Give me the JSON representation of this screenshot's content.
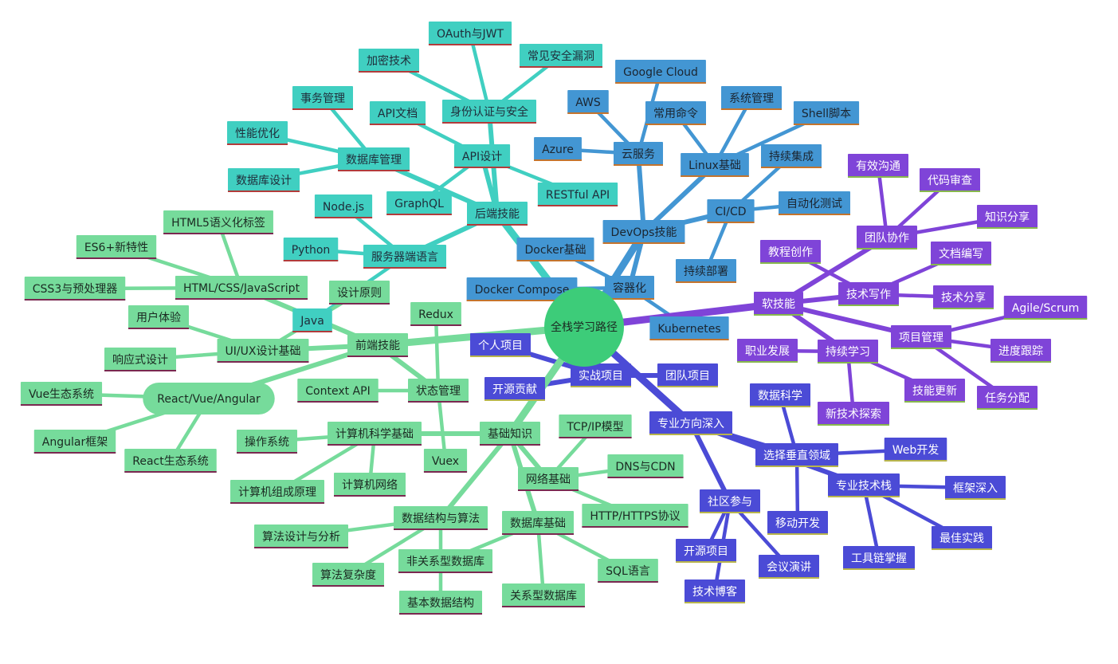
{
  "palette": {
    "teal": {
      "fill": "#40cfc1",
      "text": "#1f2d3a",
      "underline": "#b23b3b"
    },
    "blue": {
      "fill": "#4396d3",
      "text": "#1b2530",
      "underline": "#c4742d"
    },
    "purple": {
      "fill": "#7f44d8",
      "text": "#ffffff",
      "underline": "#87b84c"
    },
    "indigo": {
      "fill": "#4b4bd6",
      "text": "#ffffff",
      "underline": "#b8b54c"
    },
    "green": {
      "fill": "#76db9b",
      "text": "#1b2a22",
      "underline": "#7a2850"
    },
    "root": {
      "fill": "#3dcc79",
      "text": "#1b2a22"
    }
  },
  "mindmap": {
    "root": {
      "id": "root",
      "label": "全栈学习路径",
      "color": "root"
    },
    "nodes": [
      {
        "id": "backend",
        "label": "后端技能",
        "color": "teal",
        "parent": "root"
      },
      {
        "id": "auth",
        "label": "身份认证与安全",
        "color": "teal",
        "parent": "backend"
      },
      {
        "id": "oauth",
        "label": "OAuth与JWT",
        "color": "teal",
        "parent": "auth"
      },
      {
        "id": "encrypt",
        "label": "加密技术",
        "color": "teal",
        "parent": "auth"
      },
      {
        "id": "vuln",
        "label": "常见安全漏洞",
        "color": "teal",
        "parent": "auth"
      },
      {
        "id": "apidesign",
        "label": "API设计",
        "color": "teal",
        "parent": "backend"
      },
      {
        "id": "apidoc",
        "label": "API文档",
        "color": "teal",
        "parent": "apidesign"
      },
      {
        "id": "graphql",
        "label": "GraphQL",
        "color": "teal",
        "parent": "apidesign"
      },
      {
        "id": "restful",
        "label": "RESTful API",
        "color": "teal",
        "parent": "apidesign"
      },
      {
        "id": "dbmgmt",
        "label": "数据库管理",
        "color": "teal",
        "parent": "backend"
      },
      {
        "id": "tx",
        "label": "事务管理",
        "color": "teal",
        "parent": "dbmgmt"
      },
      {
        "id": "perf",
        "label": "性能优化",
        "color": "teal",
        "parent": "dbmgmt"
      },
      {
        "id": "dbdesign",
        "label": "数据库设计",
        "color": "teal",
        "parent": "dbmgmt"
      },
      {
        "id": "serverlang",
        "label": "服务器端语言",
        "color": "teal",
        "parent": "backend"
      },
      {
        "id": "nodejs",
        "label": "Node.js",
        "color": "teal",
        "parent": "serverlang"
      },
      {
        "id": "python",
        "label": "Python",
        "color": "teal",
        "parent": "serverlang"
      },
      {
        "id": "java",
        "label": "Java",
        "color": "teal",
        "parent": "serverlang"
      },
      {
        "id": "devops",
        "label": "DevOps技能",
        "color": "blue",
        "parent": "root"
      },
      {
        "id": "cloud",
        "label": "云服务",
        "color": "blue",
        "parent": "devops"
      },
      {
        "id": "aws",
        "label": "AWS",
        "color": "blue",
        "parent": "cloud"
      },
      {
        "id": "gcloud",
        "label": "Google Cloud",
        "color": "blue",
        "parent": "cloud"
      },
      {
        "id": "azure",
        "label": "Azure",
        "color": "blue",
        "parent": "cloud"
      },
      {
        "id": "linux",
        "label": "Linux基础",
        "color": "blue",
        "parent": "devops"
      },
      {
        "id": "cmd",
        "label": "常用命令",
        "color": "blue",
        "parent": "linux"
      },
      {
        "id": "sysadmin",
        "label": "系统管理",
        "color": "blue",
        "parent": "linux"
      },
      {
        "id": "shell",
        "label": "Shell脚本",
        "color": "blue",
        "parent": "linux"
      },
      {
        "id": "cicd",
        "label": "CI/CD",
        "color": "blue",
        "parent": "devops"
      },
      {
        "id": "ci",
        "label": "持续集成",
        "color": "blue",
        "parent": "cicd"
      },
      {
        "id": "autotest",
        "label": "自动化测试",
        "color": "blue",
        "parent": "cicd"
      },
      {
        "id": "cd",
        "label": "持续部署",
        "color": "blue",
        "parent": "cicd"
      },
      {
        "id": "container",
        "label": "容器化",
        "color": "blue",
        "parent": "devops"
      },
      {
        "id": "docker",
        "label": "Docker基础",
        "color": "blue",
        "parent": "container"
      },
      {
        "id": "compose",
        "label": "Docker Compose",
        "color": "blue",
        "parent": "container"
      },
      {
        "id": "k8s",
        "label": "Kubernetes",
        "color": "blue",
        "parent": "container"
      },
      {
        "id": "soft",
        "label": "软技能",
        "color": "purple",
        "parent": "root"
      },
      {
        "id": "team",
        "label": "团队协作",
        "color": "purple",
        "parent": "soft"
      },
      {
        "id": "comm",
        "label": "有效沟通",
        "color": "purple",
        "parent": "team"
      },
      {
        "id": "review",
        "label": "代码审查",
        "color": "purple",
        "parent": "team"
      },
      {
        "id": "share",
        "label": "知识分享",
        "color": "purple",
        "parent": "team"
      },
      {
        "id": "techwrite",
        "label": "技术写作",
        "color": "purple",
        "parent": "soft"
      },
      {
        "id": "tutorial",
        "label": "教程创作",
        "color": "purple",
        "parent": "techwrite"
      },
      {
        "id": "docwrite",
        "label": "文档编写",
        "color": "purple",
        "parent": "techwrite"
      },
      {
        "id": "techshare",
        "label": "技术分享",
        "color": "purple",
        "parent": "techwrite"
      },
      {
        "id": "pm",
        "label": "项目管理",
        "color": "purple",
        "parent": "soft"
      },
      {
        "id": "agile",
        "label": "Agile/Scrum",
        "color": "purple",
        "parent": "pm"
      },
      {
        "id": "progress",
        "label": "进度跟踪",
        "color": "purple",
        "parent": "pm"
      },
      {
        "id": "taskalloc",
        "label": "任务分配",
        "color": "purple",
        "parent": "pm"
      },
      {
        "id": "learn",
        "label": "持续学习",
        "color": "purple",
        "parent": "soft"
      },
      {
        "id": "career",
        "label": "职业发展",
        "color": "purple",
        "parent": "learn"
      },
      {
        "id": "skillupd",
        "label": "技能更新",
        "color": "purple",
        "parent": "learn"
      },
      {
        "id": "newtech",
        "label": "新技术探索",
        "color": "purple",
        "parent": "learn"
      },
      {
        "id": "practice",
        "label": "实战项目",
        "color": "indigo",
        "parent": "root"
      },
      {
        "id": "personal",
        "label": "个人项目",
        "color": "indigo",
        "parent": "practice"
      },
      {
        "id": "oscontrib",
        "label": "开源贡献",
        "color": "indigo",
        "parent": "practice"
      },
      {
        "id": "teamproj",
        "label": "团队项目",
        "color": "indigo",
        "parent": "practice"
      },
      {
        "id": "special",
        "label": "专业方向深入",
        "color": "indigo",
        "parent": "root"
      },
      {
        "id": "vertical",
        "label": "选择垂直领域",
        "color": "indigo",
        "parent": "special"
      },
      {
        "id": "datasci",
        "label": "数据科学",
        "color": "indigo",
        "parent": "vertical"
      },
      {
        "id": "webdev",
        "label": "Web开发",
        "color": "indigo",
        "parent": "vertical"
      },
      {
        "id": "mobile",
        "label": "移动开发",
        "color": "indigo",
        "parent": "vertical"
      },
      {
        "id": "stack",
        "label": "专业技术栈",
        "color": "indigo",
        "parent": "special"
      },
      {
        "id": "framework",
        "label": "框架深入",
        "color": "indigo",
        "parent": "stack"
      },
      {
        "id": "bestprac",
        "label": "最佳实践",
        "color": "indigo",
        "parent": "stack"
      },
      {
        "id": "toolchain",
        "label": "工具链掌握",
        "color": "indigo",
        "parent": "stack"
      },
      {
        "id": "community",
        "label": "社区参与",
        "color": "indigo",
        "parent": "special"
      },
      {
        "id": "osproj",
        "label": "开源项目",
        "color": "indigo",
        "parent": "community"
      },
      {
        "id": "blog",
        "label": "技术博客",
        "color": "indigo",
        "parent": "community"
      },
      {
        "id": "talk",
        "label": "会议演讲",
        "color": "indigo",
        "parent": "community"
      },
      {
        "id": "frontend",
        "label": "前端技能",
        "color": "green",
        "parent": "root"
      },
      {
        "id": "htmlcss",
        "label": "HTML/CSS/JavaScript",
        "color": "green",
        "parent": "frontend"
      },
      {
        "id": "html5",
        "label": "HTML5语义化标签",
        "color": "green",
        "parent": "htmlcss"
      },
      {
        "id": "es6",
        "label": "ES6+新特性",
        "color": "green",
        "parent": "htmlcss"
      },
      {
        "id": "css3",
        "label": "CSS3与预处理器",
        "color": "green",
        "parent": "htmlcss"
      },
      {
        "id": "uiux",
        "label": "UI/UX设计基础",
        "color": "green",
        "parent": "frontend"
      },
      {
        "id": "designp",
        "label": "设计原则",
        "color": "green",
        "parent": "uiux"
      },
      {
        "id": "ux",
        "label": "用户体验",
        "color": "green",
        "parent": "uiux"
      },
      {
        "id": "responsive",
        "label": "响应式设计",
        "color": "green",
        "parent": "uiux"
      },
      {
        "id": "frameworks",
        "label": "React/Vue/Angular",
        "color": "green",
        "parent": "frontend",
        "shape": "pill"
      },
      {
        "id": "vueeco",
        "label": "Vue生态系统",
        "color": "green",
        "parent": "frameworks"
      },
      {
        "id": "angular",
        "label": "Angular框架",
        "color": "green",
        "parent": "frameworks"
      },
      {
        "id": "reacteco",
        "label": "React生态系统",
        "color": "green",
        "parent": "frameworks"
      },
      {
        "id": "state",
        "label": "状态管理",
        "color": "green",
        "parent": "frontend"
      },
      {
        "id": "redux",
        "label": "Redux",
        "color": "green",
        "parent": "state"
      },
      {
        "id": "ctxapi",
        "label": "Context API",
        "color": "green",
        "parent": "state"
      },
      {
        "id": "vuex",
        "label": "Vuex",
        "color": "green",
        "parent": "state"
      },
      {
        "id": "basics",
        "label": "基础知识",
        "color": "green",
        "parent": "root"
      },
      {
        "id": "csbasics",
        "label": "计算机科学基础",
        "color": "green",
        "parent": "basics"
      },
      {
        "id": "os",
        "label": "操作系统",
        "color": "green",
        "parent": "csbasics"
      },
      {
        "id": "arch",
        "label": "计算机组成原理",
        "color": "green",
        "parent": "csbasics"
      },
      {
        "id": "compnet",
        "label": "计算机网络",
        "color": "green",
        "parent": "csbasics"
      },
      {
        "id": "netbasics",
        "label": "网络基础",
        "color": "green",
        "parent": "basics"
      },
      {
        "id": "tcpip",
        "label": "TCP/IP模型",
        "color": "green",
        "parent": "netbasics"
      },
      {
        "id": "dnscdn",
        "label": "DNS与CDN",
        "color": "green",
        "parent": "netbasics"
      },
      {
        "id": "http",
        "label": "HTTP/HTTPS协议",
        "color": "green",
        "parent": "netbasics"
      },
      {
        "id": "dsa",
        "label": "数据结构与算法",
        "color": "green",
        "parent": "basics"
      },
      {
        "id": "algdesign",
        "label": "算法设计与分析",
        "color": "green",
        "parent": "dsa"
      },
      {
        "id": "complexity",
        "label": "算法复杂度",
        "color": "green",
        "parent": "dsa"
      },
      {
        "id": "basicds",
        "label": "基本数据结构",
        "color": "green",
        "parent": "dsa"
      },
      {
        "id": "dbbasics",
        "label": "数据库基础",
        "color": "green",
        "parent": "basics"
      },
      {
        "id": "nosql",
        "label": "非关系型数据库",
        "color": "green",
        "parent": "dbbasics"
      },
      {
        "id": "rdb",
        "label": "关系型数据库",
        "color": "green",
        "parent": "dbbasics"
      },
      {
        "id": "sql",
        "label": "SQL语言",
        "color": "green",
        "parent": "dbbasics"
      }
    ]
  }
}
